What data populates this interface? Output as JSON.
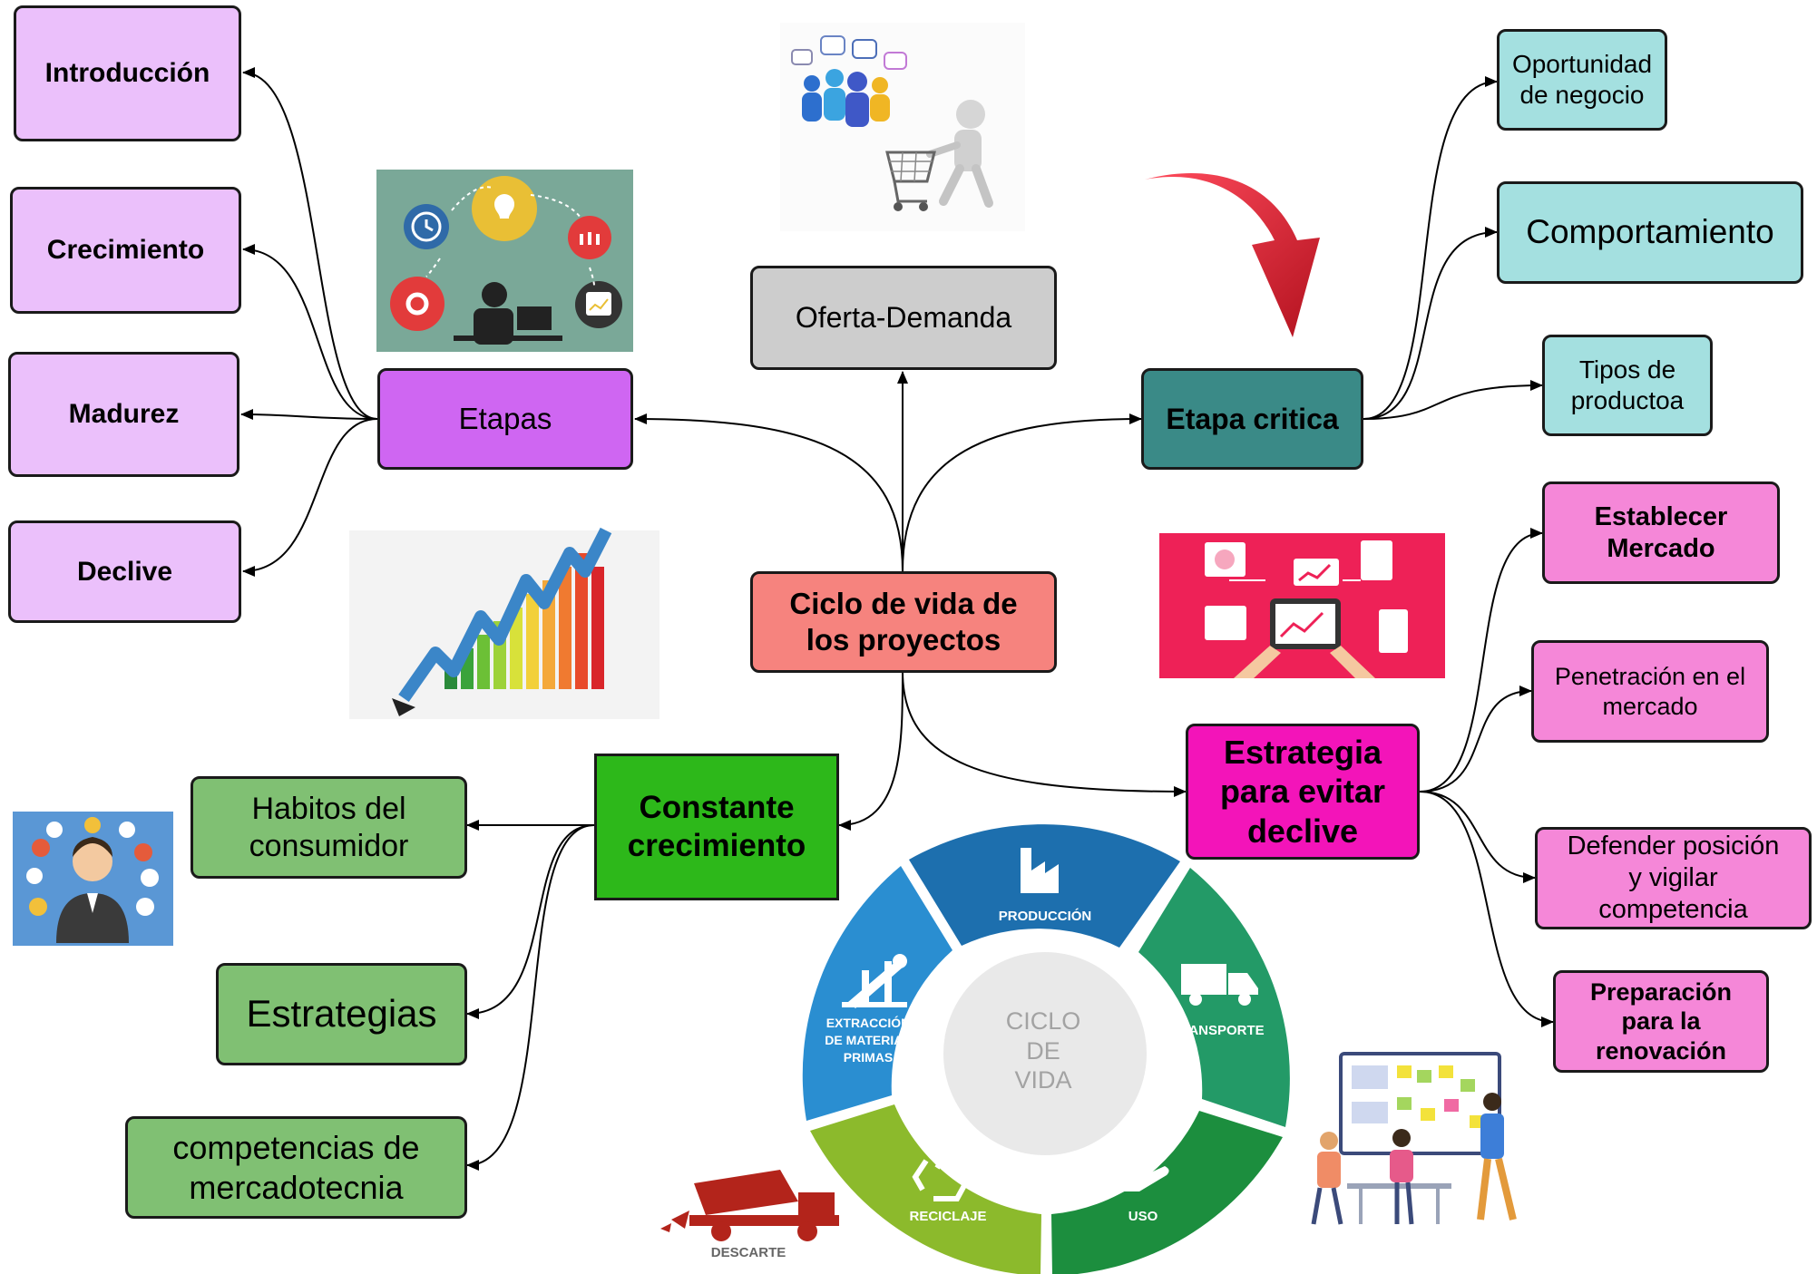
{
  "center": {
    "label": "Ciclo de vida de\nlos proyectos"
  },
  "branches": {
    "etapas": {
      "label": "Etapas",
      "children": [
        "Introducción",
        "Crecimiento",
        "Madurez",
        "Declive"
      ]
    },
    "oferta": {
      "label": "Oferta-Demanda"
    },
    "etapa_critica": {
      "label": "Etapa critica",
      "children": [
        "Oportunidad\nde negocio",
        "Comportamiento",
        "Tipos de\nproductoa"
      ]
    },
    "estrategia": {
      "label": "Estrategia\npara evitar\ndeclive",
      "children": [
        "Establecer\nMercado",
        "Penetración en el\nmercado",
        "Defender posición\ny vigilar\ncompetencia",
        "Preparación\npara la\nrenovación"
      ]
    },
    "crecimiento": {
      "label": "Constante\ncrecimiento",
      "children": [
        "Habitos del\nconsumidor",
        "Estrategias",
        "competencias de\nmercadotecnia"
      ]
    }
  },
  "cycle": {
    "center": [
      "CICLO",
      "DE",
      "VIDA"
    ],
    "segments": {
      "produccion": "PRODUCCIÓN",
      "transporte": "TRANSPORTE",
      "uso": "USO",
      "reciclaje": "RECICLAJE",
      "extraccion": [
        "EXTRACCIÓN",
        "DE MATERIAS",
        "PRIMAS"
      ]
    },
    "descarte": "DESCARTE"
  },
  "colors": {
    "center": "#f6837e",
    "etapas": "#cf66f2",
    "etapas_child": "#ebc0fb",
    "oferta": "#cdcdcd",
    "etapa_critica": "#3a8a87",
    "critica_child": "#a4e0e0",
    "estrategia": "#f314b9",
    "estrategia_child": "#f587d8",
    "crecimiento": "#2db81a",
    "crecimiento_child": "#80c073",
    "cycle_blue": "#1d6fae",
    "cycle_lightblue": "#2a8ed1",
    "cycle_teal": "#239a67",
    "cycle_green": "#1c8e3e",
    "cycle_lime": "#8cba2c",
    "arrow_red": "#e42a38"
  },
  "icons": [
    "people-speech-icon",
    "shopping-cart-icon",
    "process-cycle-icon",
    "growth-chart-icon",
    "red-curved-arrow-icon",
    "tablet-analytics-icon",
    "consumer-avatar-icon",
    "dump-truck-icon",
    "team-board-icon",
    "factory-icon",
    "truck-icon",
    "oil-pump-icon",
    "recycle-icon",
    "hand-icon"
  ]
}
